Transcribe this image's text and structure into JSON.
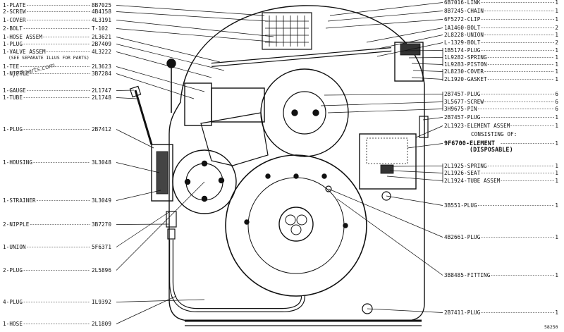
{
  "left_callouts": [
    {
      "qty": "1",
      "name": "PLATE",
      "part": "8B7025"
    },
    {
      "qty": "2",
      "name": "SCREW",
      "part": "4B4158"
    },
    {
      "qty": "1",
      "name": "COVER",
      "part": "4L3191"
    },
    {
      "qty": "2",
      "name": "BOLT",
      "part": "T-102"
    },
    {
      "qty": "1",
      "name": "HOSE ASSEM",
      "part": "2L3621"
    },
    {
      "qty": "1",
      "name": "PLUG",
      "part": "2B7409"
    },
    {
      "qty": "1",
      "name": "VALVE ASSEM",
      "part": "4L3222",
      "note": "(SEE SEPARATE ILLUS FOR PARTS)"
    },
    {
      "qty": "1",
      "name": "TEE",
      "part": "2L3623"
    },
    {
      "qty": "1",
      "name": "NIPPLE",
      "part": "3B7284"
    },
    {
      "qty": "1",
      "name": "GAUGE",
      "part": "2L1747"
    },
    {
      "qty": "1",
      "name": "TUBE",
      "part": "2L1748"
    },
    {
      "qty": "1",
      "name": "PLUG",
      "part": "2B7412"
    },
    {
      "qty": "1",
      "name": "HOUSING",
      "part": "3L3048"
    },
    {
      "qty": "1",
      "name": "STRAINER",
      "part": "3L3049"
    },
    {
      "qty": "2",
      "name": "NIPPLE",
      "part": "3B7270"
    },
    {
      "qty": "1",
      "name": "UNION",
      "part": "5F6371"
    },
    {
      "qty": "2",
      "name": "PLUG",
      "part": "2L5896"
    },
    {
      "qty": "4",
      "name": "PLUG",
      "part": "IL9392"
    },
    {
      "qty": "1",
      "name": "HOSE",
      "part": "2L1809"
    }
  ],
  "right_callouts": [
    {
      "part": "6B7016",
      "name": "LINK",
      "qty": "1"
    },
    {
      "part": "8B7245",
      "name": "CHAIN",
      "qty": "1"
    },
    {
      "part": "6F5272",
      "name": "CLIP",
      "qty": "1"
    },
    {
      "part": "1A1460",
      "name": "BOLT",
      "qty": "2"
    },
    {
      "part": "2L8228",
      "name": "UNION",
      "qty": "1"
    },
    {
      "part": "L-1329",
      "name": "BOLT",
      "qty": "2"
    },
    {
      "part": "1B5174",
      "name": "PLUG",
      "qty": "1"
    },
    {
      "part": "1L9282",
      "name": "SPRING",
      "qty": "1"
    },
    {
      "part": "1L9283",
      "name": "PISTON",
      "qty": "1"
    },
    {
      "part": "2L8230",
      "name": "COVER",
      "qty": "1"
    },
    {
      "part": "2L1920",
      "name": "GASKET",
      "qty": "1"
    },
    {
      "part": "2B7457",
      "name": "PLUG",
      "qty": "6"
    },
    {
      "part": "3L5677",
      "name": "SCREW",
      "qty": "6"
    },
    {
      "part": "3H9675",
      "name": "PIN",
      "qty": "6"
    },
    {
      "part": "2B7457",
      "name": "PLUG",
      "qty": "1"
    },
    {
      "part": "2L1923",
      "name": "ELEMENT ASSEM",
      "qty": "1"
    },
    {
      "part": "9F6700",
      "name": "ELEMENT",
      "qty": "1",
      "sub": "(DISPOSABLE)"
    },
    {
      "part": "2L1925",
      "name": "SPRING",
      "qty": "1"
    },
    {
      "part": "2L1926",
      "name": "SEAT",
      "qty": "1"
    },
    {
      "part": "2L1924",
      "name": "TUBE ASSEM",
      "qty": "1"
    },
    {
      "part": "3B551",
      "name": "PLUG",
      "qty": "1"
    },
    {
      "part": "4B2661",
      "name": "PLUG",
      "qty": "1"
    },
    {
      "part": "3B8485",
      "name": "FITTING",
      "qty": "1"
    },
    {
      "part": "2B7411",
      "name": "PLUG",
      "qty": "1"
    }
  ],
  "consisting_of": "CONSISTING OF:",
  "watermark": "777parts.com",
  "figure_number": "58250",
  "colors": {
    "ink": "#111111",
    "paper": "#ffffff"
  }
}
